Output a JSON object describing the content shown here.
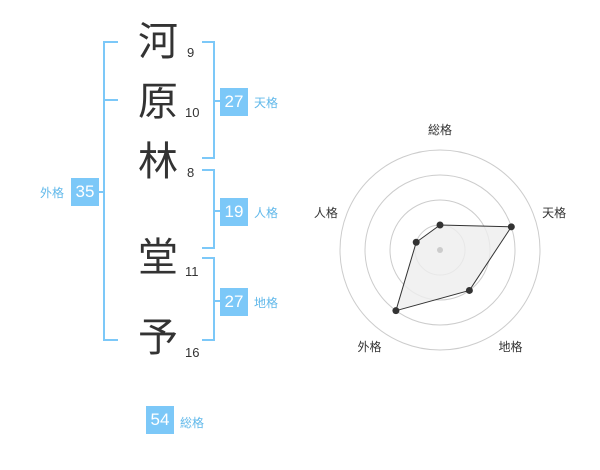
{
  "name_chars": [
    {
      "char": "河",
      "strokes": "9"
    },
    {
      "char": "原",
      "strokes": "10"
    },
    {
      "char": "林",
      "strokes": "8"
    },
    {
      "char": "堂",
      "strokes": "11"
    },
    {
      "char": "予",
      "strokes": "16"
    }
  ],
  "scores": {
    "tenkaku": {
      "value": "27",
      "label": "天格"
    },
    "jinkaku": {
      "value": "19",
      "label": "人格"
    },
    "chikaku": {
      "value": "27",
      "label": "地格"
    },
    "gaikaku": {
      "value": "35",
      "label": "外格"
    },
    "soukaku": {
      "value": "54",
      "label": "総格"
    }
  },
  "chart_data": {
    "type": "radar",
    "axes": [
      "総格",
      "天格",
      "地格",
      "外格",
      "人格"
    ],
    "levels": 4,
    "values": [
      1,
      3,
      2,
      3,
      1
    ],
    "max": 4,
    "colors": {
      "fill": "#eeeeee",
      "stroke": "#333333",
      "grid": "#cccccc",
      "bracket": "#7cc8f8"
    }
  }
}
